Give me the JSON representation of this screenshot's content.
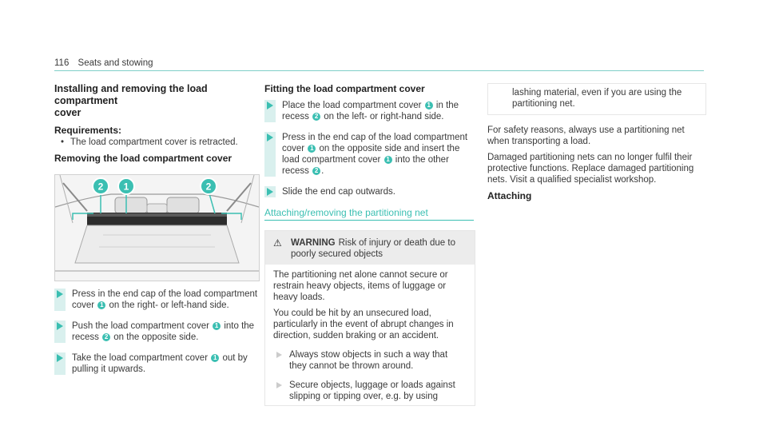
{
  "header": {
    "page_number": "116",
    "section": "Seats and stowing"
  },
  "col1": {
    "title_line1": "Installing and removing the load compartment",
    "title_line2": "cover",
    "requirements_label": "Requirements:",
    "requirement": "The load compartment cover is retracted.",
    "subtitle": "Removing the load compartment cover",
    "steps": [
      {
        "a": "Press in the end cap of the load compartment cover",
        "n1": "1",
        "b": "on the right- or left-hand side."
      },
      {
        "a": "Push the load compartment cover",
        "n1": "1",
        "b": "into the recess",
        "n2": "2",
        "c": "on the opposite side."
      },
      {
        "a": "Take the load compartment cover",
        "n1": "1",
        "b": "out by pulling it upwards."
      }
    ],
    "figure_callouts": [
      "2",
      "1",
      "2"
    ]
  },
  "col2": {
    "subtitle": "Fitting the load compartment cover",
    "steps": [
      {
        "a": "Place the load compartment cover",
        "n1": "1",
        "b": "in the recess",
        "n2": "2",
        "c": "on the left- or right-hand side."
      },
      {
        "a": "Press in the end cap of the load compartment cover",
        "n1": "1",
        "b": "on the opposite side and insert the load compartment cover",
        "n2": "1",
        "c": "into the other recess",
        "n3": "2",
        "d": "."
      },
      {
        "a": "Slide the end cap outwards."
      }
    ],
    "section_title": "Attaching/removing the partitioning net",
    "warning": {
      "label": "WARNING",
      "title": "Risk of injury or death due to poorly secured objects",
      "p1": "The partitioning net alone cannot secure or restrain heavy objects, items of luggage or heavy loads.",
      "p2": "You could be hit by an unsecured load, particularly in the event of abrupt changes in direction, sudden braking or an accident.",
      "s1": "Always stow objects in such a way that they cannot be thrown around.",
      "s2": "Secure objects, luggage or loads against slipping or tipping over, e.g. by using"
    }
  },
  "col3": {
    "cont": "lashing material, even if you are using the partitioning net.",
    "p1": "For safety reasons, always use a partitioning net when transporting a load.",
    "p2": "Damaged partitioning nets can no longer fulfil their protective functions. Replace damaged partitioning nets. Visit a qualified specialist workshop.",
    "subtitle": "Attaching"
  },
  "colors": {
    "accent": "#3bbfb2",
    "text": "#3a3a3a",
    "warning_bg": "#ececec"
  }
}
